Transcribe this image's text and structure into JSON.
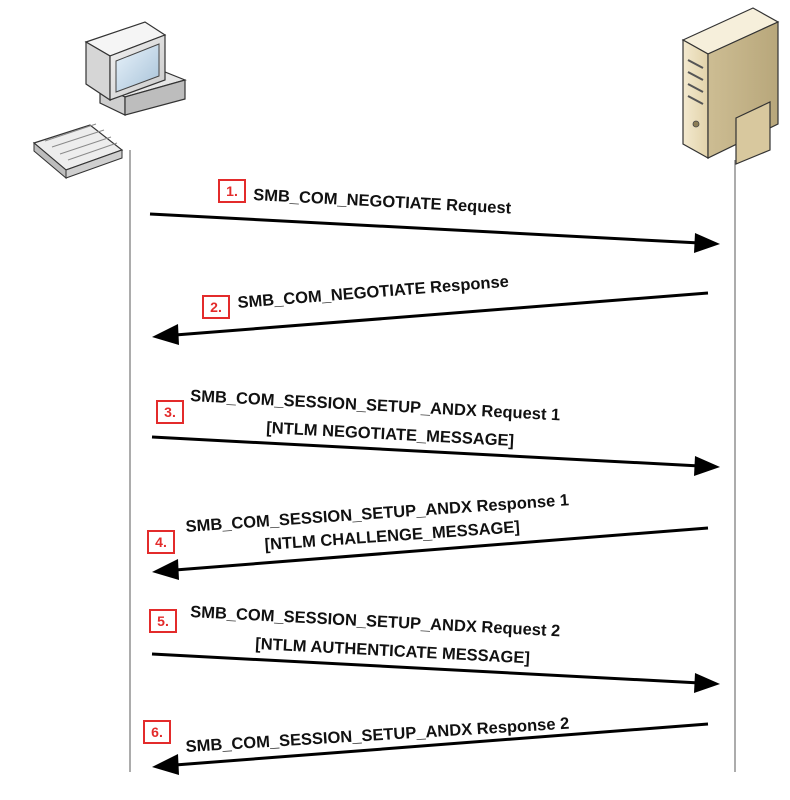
{
  "colors": {
    "arrow": "#000000",
    "lifeline": "#7f7f7f",
    "step_box_border": "#e32b2b",
    "step_box_text": "#e32b2b",
    "step_box_fill": "#ffffff"
  },
  "participants": [
    {
      "role": "client",
      "icon": "desktop-computer-icon"
    },
    {
      "role": "server",
      "icon": "server-tower-icon"
    }
  ],
  "messages": [
    {
      "step": "1.",
      "direction": "client-to-server",
      "lines": [
        "SMB_COM_NEGOTIATE Request"
      ]
    },
    {
      "step": "2.",
      "direction": "server-to-client",
      "lines": [
        "SMB_COM_NEGOTIATE Response"
      ]
    },
    {
      "step": "3.",
      "direction": "client-to-server",
      "lines": [
        "SMB_COM_SESSION_SETUP_ANDX Request 1",
        "[NTLM NEGOTIATE_MESSAGE]"
      ]
    },
    {
      "step": "4.",
      "direction": "server-to-client",
      "lines": [
        "SMB_COM_SESSION_SETUP_ANDX Response 1",
        "[NTLM CHALLENGE_MESSAGE]"
      ]
    },
    {
      "step": "5.",
      "direction": "client-to-server",
      "lines": [
        "SMB_COM_SESSION_SETUP_ANDX Request 2",
        "[NTLM AUTHENTICATE MESSAGE]"
      ]
    },
    {
      "step": "6.",
      "direction": "server-to-client",
      "lines": [
        "SMB_COM_SESSION_SETUP_ANDX Response 2"
      ]
    }
  ]
}
